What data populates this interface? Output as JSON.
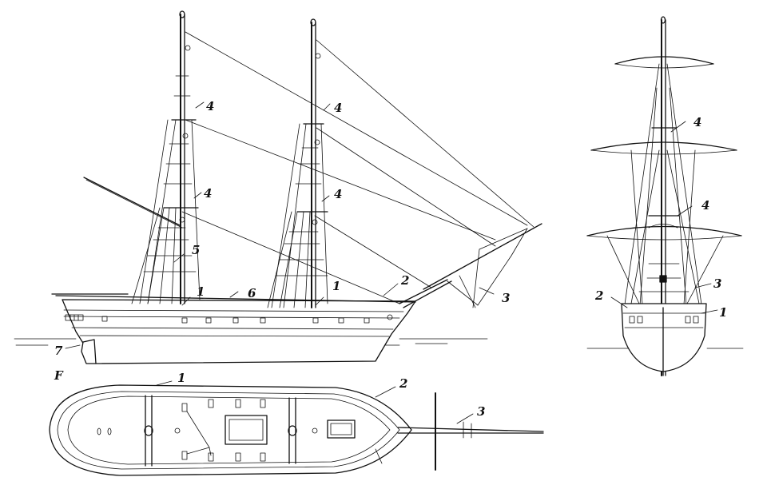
{
  "side_view": {
    "labels": [
      "4",
      "4",
      "4",
      "4",
      "5",
      "1",
      "1",
      "6",
      "2",
      "3",
      "7"
    ],
    "mark": "F"
  },
  "deck_plan": {
    "labels": [
      "1",
      "2",
      "3"
    ]
  },
  "front_view": {
    "labels": [
      "4",
      "4",
      "2",
      "3",
      "1"
    ]
  },
  "colors": {
    "ink": "#111111",
    "paper": "#ffffff"
  }
}
